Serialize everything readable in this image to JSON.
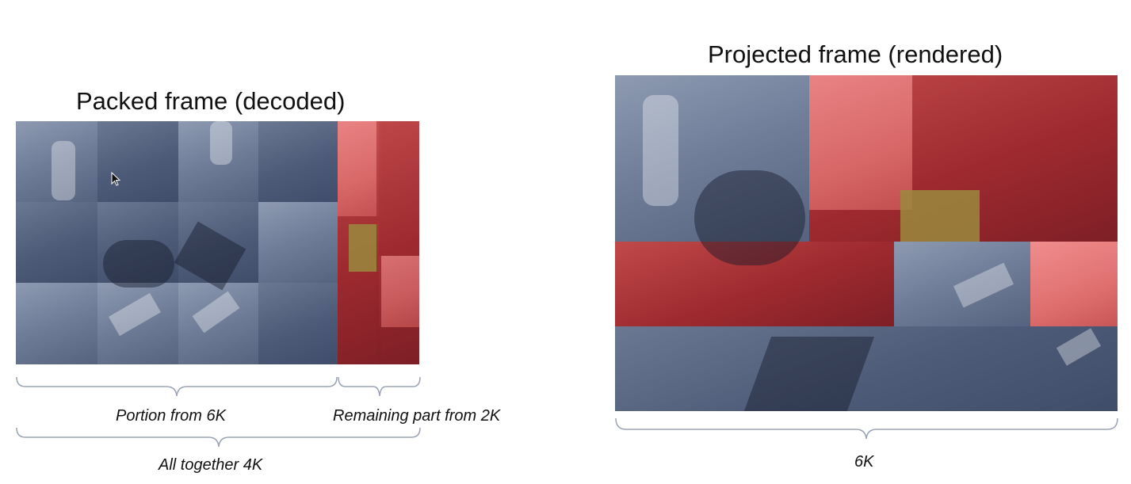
{
  "left": {
    "title": "Packed frame (decoded)",
    "caption_portion": "Portion from 6K",
    "caption_remaining": "Remaining part from 2K",
    "caption_total": "All together 4K"
  },
  "right": {
    "title": "Projected frame (rendered)",
    "caption": "6K"
  },
  "colors": {
    "high_res_tint": "#4d5b78",
    "low_res_tint": "#9e2a2f",
    "brace": "#9aa3b5"
  },
  "icons": [
    "mouse-cursor-icon"
  ]
}
